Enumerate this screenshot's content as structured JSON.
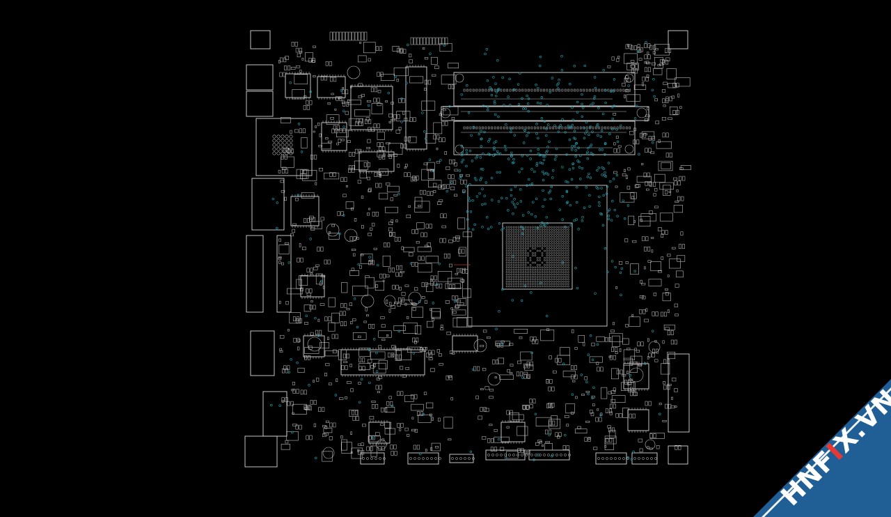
{
  "viewer": {
    "background": "#000000",
    "outline_color": "#d8d8d8",
    "via_color": "#1fa6b3"
  },
  "watermark": {
    "prefix": "HNF",
    "mark": "I",
    "suffix": "X.VN",
    "banner_color": "#1f5f95",
    "text_color": "#ffffff",
    "mark_color": "#e53935"
  }
}
